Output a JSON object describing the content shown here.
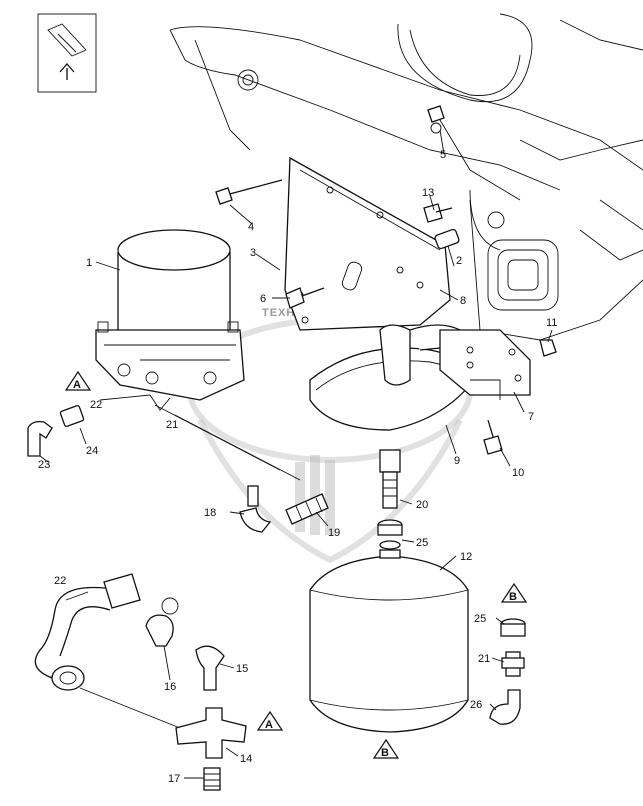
{
  "watermark": {
    "text": "ТЕХНИЧЕСКИЕ ЗАПЧАСТИ"
  },
  "orientation_box": {
    "icon": "front-direction-arrow-icon"
  },
  "callouts": {
    "c1": "1",
    "c2": "2",
    "c3": "3",
    "c4": "4",
    "c5": "5",
    "c6": "6",
    "c7": "7",
    "c8": "8",
    "c9": "9",
    "c10": "10",
    "c11": "11",
    "c12": "12",
    "c13": "13",
    "c14": "14",
    "c15": "15",
    "c16": "16",
    "c17": "17",
    "c18": "18",
    "c19": "19",
    "c20": "20",
    "c21a": "21",
    "c21b": "21",
    "c22a": "22",
    "c22b": "22",
    "c23": "23",
    "c24": "24",
    "c25a": "25",
    "c25b": "25",
    "c26": "26"
  },
  "connection_markers": {
    "a_top": "A",
    "a_bottom": "A",
    "b_top": "B",
    "b_bottom": "B"
  }
}
